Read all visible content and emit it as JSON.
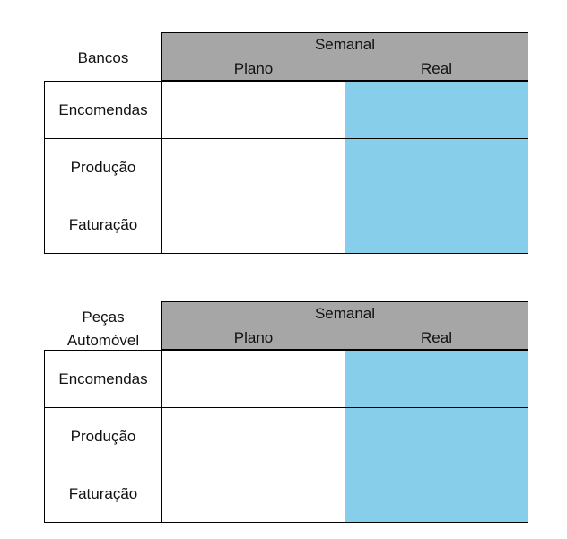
{
  "colors": {
    "header_bg": "#a6a6a6",
    "real_fill": "#87ceeb",
    "border": "#000000"
  },
  "tables": [
    {
      "group_label": "Bancos",
      "period_header": "Semanal",
      "columns": [
        "Plano",
        "Real"
      ],
      "rows": [
        {
          "label": "Encomendas",
          "plano": "",
          "real": ""
        },
        {
          "label": "Produção",
          "plano": "",
          "real": ""
        },
        {
          "label": "Faturação",
          "plano": "",
          "real": ""
        }
      ]
    },
    {
      "group_label": "Peças\nAutomóvel",
      "period_header": "Semanal",
      "columns": [
        "Plano",
        "Real"
      ],
      "rows": [
        {
          "label": "Encomendas",
          "plano": "",
          "real": ""
        },
        {
          "label": "Produção",
          "plano": "",
          "real": ""
        },
        {
          "label": "Faturação",
          "plano": "",
          "real": ""
        }
      ]
    }
  ]
}
